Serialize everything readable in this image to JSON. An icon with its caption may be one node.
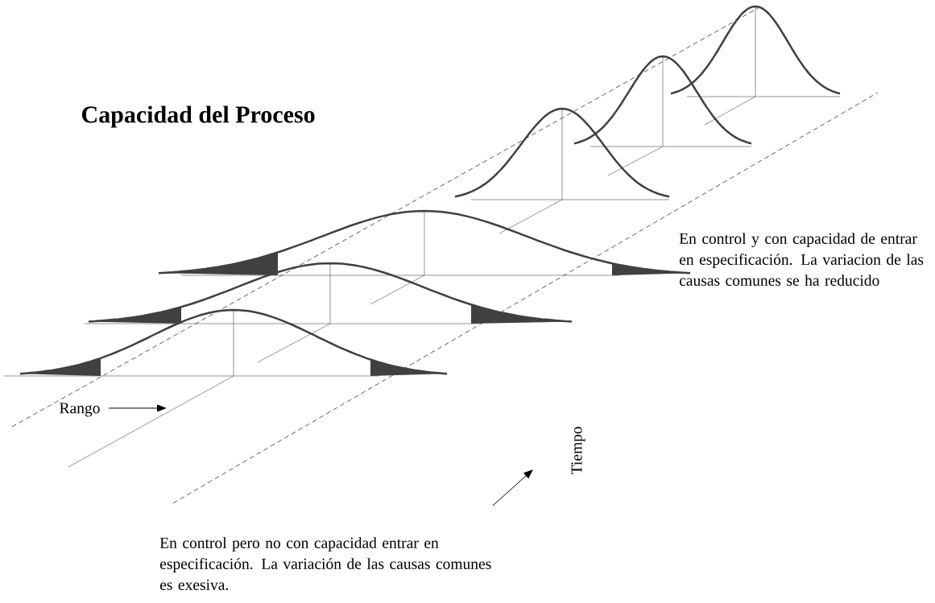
{
  "diagram": {
    "title": "Capacidad del Proceso",
    "labels": [
      "En control y con capacidad de entrar en especificación. La variacion de las causas comunes se ha reducido",
      "Rango",
      "Tiempo",
      "En control pero no con capacidad entrar en especificación. La variación de las causas comunes es exesiva."
    ]
  }
}
